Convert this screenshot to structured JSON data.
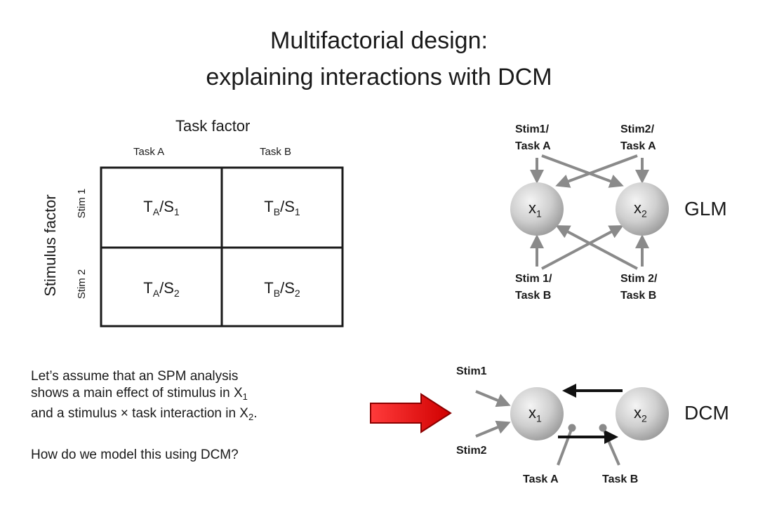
{
  "title": {
    "line1": "Multifactorial design:",
    "line2": "explaining interactions with DCM"
  },
  "grid": {
    "task_factor": "Task factor",
    "task_a": "Task A",
    "task_b": "Task B",
    "stimulus_factor": "Stimulus factor",
    "stim1": "Stim 1",
    "stim2": "Stim 2",
    "cells": [
      {
        "main": "T",
        "task": "A",
        "sep": "/S",
        "stim": "1"
      },
      {
        "main": "T",
        "task": "B",
        "sep": "/S",
        "stim": "1"
      },
      {
        "main": "T",
        "task": "A",
        "sep": "/S",
        "stim": "2"
      },
      {
        "main": "T",
        "task": "B",
        "sep": "/S",
        "stim": "2"
      }
    ]
  },
  "glm": {
    "label": "GLM",
    "node1": "x",
    "node1_sub": "1",
    "node2": "x",
    "node2_sub": "2",
    "in_top_left": [
      "Stim1/",
      "Task A"
    ],
    "in_top_right": [
      "Stim2/",
      "Task A"
    ],
    "in_bottom_left": [
      "Stim 1/",
      "Task B"
    ],
    "in_bottom_right": [
      "Stim 2/",
      "Task B"
    ]
  },
  "dcm": {
    "label": "DCM",
    "node1": "x",
    "node1_sub": "1",
    "node2": "x",
    "node2_sub": "2",
    "stim1": "Stim1",
    "stim2": "Stim2",
    "task_a": "Task A",
    "task_b": "Task B"
  },
  "text": {
    "line1": "Let’s assume that an SPM analysis",
    "line2_pre": "shows a main effect of stimulus in X",
    "line2_sub": "1",
    "line3_pre": "and a stimulus × task interaction in X",
    "line3_sub": "2",
    "line3_post": ".",
    "question": "How do we model this using DCM?"
  },
  "colors": {
    "arrow_gray": "#8a8a8a",
    "dcm_arrow": "#111111",
    "red_arrow": "#e8121a",
    "node_light": "#f2f2f2",
    "node_dark": "#9a9a9a"
  }
}
